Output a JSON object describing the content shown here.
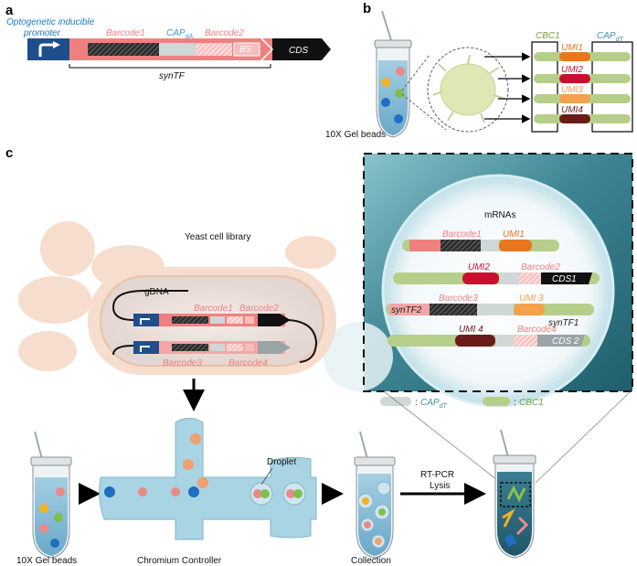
{
  "panels": {
    "a": "a",
    "b": "b",
    "c": "c"
  },
  "panel_a": {
    "promoter_line1": "Optogenetic inducible",
    "promoter_line2": "promoter",
    "barcode1": "Barcode1",
    "cap_da_main": "CAP",
    "cap_da_sub": "dA",
    "barcode2": "Barcode2",
    "bs": "BS",
    "cds": "CDS",
    "syntf": "synTF"
  },
  "panel_b": {
    "cbc1": "CBC1",
    "cap_dt_main": "CAP",
    "cap_dt_sub": "dT",
    "umi": [
      "UMI1",
      "UMI2",
      "UMI3",
      "UMI4"
    ],
    "gel_beads": "10X Gel beads"
  },
  "panel_c": {
    "yeast_title": "Yeast cell library",
    "gdna": "gDNA",
    "barcode1": "Barcode1",
    "barcode2": "Barcode2",
    "barcode3": "Barcode3",
    "barcode4": "Barcode4",
    "mrnas": "mRNAs",
    "zoom_rows": [
      {
        "a": "Barcode1",
        "b": "UMI1"
      },
      {
        "a": "UMI2",
        "b": "Barcode2",
        "c": "CDS1"
      },
      {
        "a": "Barcode3",
        "b": "UMI 3",
        "c": "synTF2",
        "d": "synTF1"
      },
      {
        "a": "UMI 4",
        "b": "Barcode4",
        "c": "CDS 2"
      }
    ],
    "legend_cap_main": "CAP",
    "legend_cap_sub": "dT",
    "legend_cbc": "CBC1",
    "legend_colon": ":",
    "droplet": "Droplet",
    "gel_beads": "10X Gel beads",
    "chromium": "Chromium Controller",
    "collection": "Collection",
    "rtpcr": "RT-PCR",
    "lysis": "Lysis"
  },
  "colors": {
    "navy": "#1f4e8c",
    "salmon": "#f08080",
    "pink": "#f4a6a6",
    "cds_black": "#111111",
    "cap_grey": "#cfd8d6",
    "cbc_green": "#b5cf8a",
    "teal": "#2d6e7e",
    "channel_blue": "#a9d4e3",
    "umi_colors": [
      "#e8761e",
      "#c8102e",
      "#f5a04a",
      "#6b1a1a"
    ]
  }
}
